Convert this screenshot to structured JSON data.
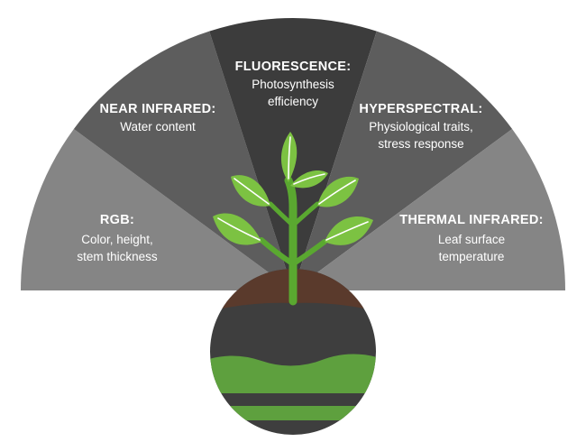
{
  "sensors": [
    {
      "id": "rgb",
      "title": "RGB:",
      "lines": [
        "Color, height,",
        "stem thickness"
      ]
    },
    {
      "id": "near-infrared",
      "title": "NEAR INFRARED:",
      "lines": [
        "Water content"
      ]
    },
    {
      "id": "fluorescence",
      "title": "FLUORESCENCE:",
      "lines": [
        "Photosynthesis",
        "efficiency"
      ]
    },
    {
      "id": "hyperspectral",
      "title": "HYPERSPECTRAL:",
      "lines": [
        "Physiological traits,",
        "stress response"
      ]
    },
    {
      "id": "thermal-infrared",
      "title": "THERMAL INFRARED:",
      "lines": [
        "Leaf surface",
        "temperature"
      ]
    }
  ],
  "colors": {
    "outer_sector": "#858585",
    "mid_sector": "#5d5d5d",
    "center_sector": "#3c3c3c",
    "leaf": "#7cc242",
    "stem": "#5aa830",
    "soil_top": "#5a3a2c",
    "soil_dark": "#3e3e3e",
    "soil_green": "#5ea03e"
  }
}
